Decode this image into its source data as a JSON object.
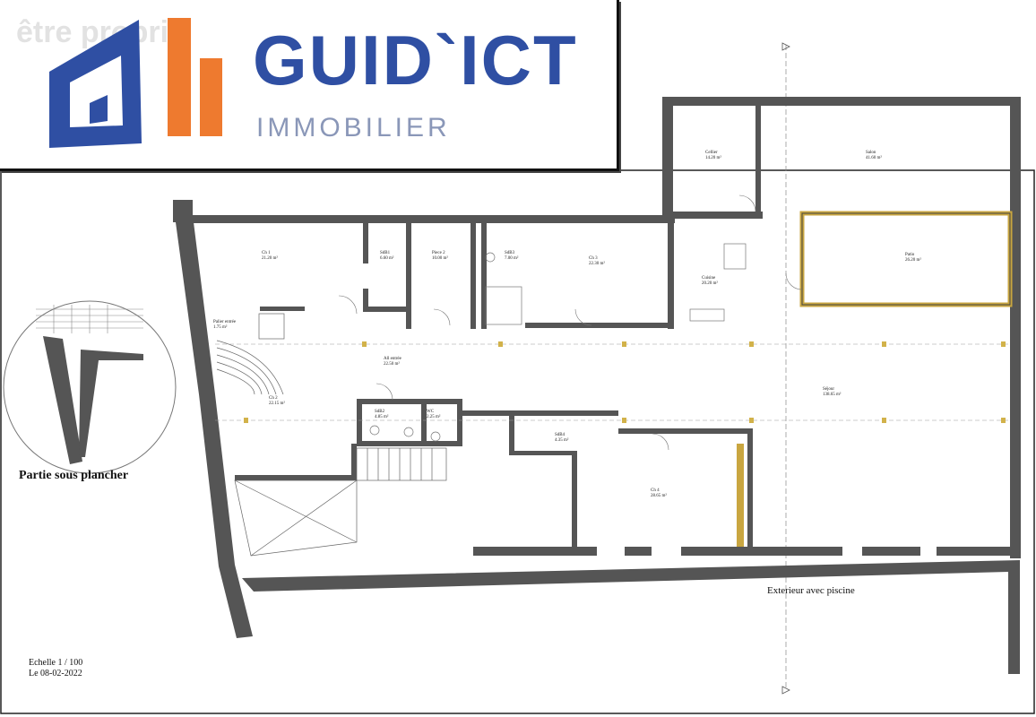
{
  "brand": {
    "watermark": "être propriо",
    "name": "GUID`ICT",
    "subtitle": "IMMOBILIER",
    "primary_color": "#2f4fa3",
    "accent_color": "#ee7a2f"
  },
  "plan": {
    "detail_caption": "Partie sous plancher",
    "exterior_label": "Exterieur avec piscine",
    "scale": "Echelle 1 / 100",
    "date": "Le 08-02-2022"
  },
  "rooms": [
    {
      "name": "Ch 1",
      "area": "21.20 m²"
    },
    {
      "name": "SdB1",
      "area": "6.60 m²"
    },
    {
      "name": "Piece 2",
      "area": "10.00 m²"
    },
    {
      "name": "SdB3",
      "area": "7.00 m²"
    },
    {
      "name": "Ch 3",
      "area": "22.30 m²"
    },
    {
      "name": "Cellier",
      "area": "14.20 m²"
    },
    {
      "name": "Salon",
      "area": "41.60 m²"
    },
    {
      "name": "Cuisine",
      "area": "20.20 m²"
    },
    {
      "name": "Patio",
      "area": "26.20 m²"
    },
    {
      "name": "Palier entrée",
      "area": "1.75 m²"
    },
    {
      "name": "All entrée",
      "area": "22.50 m²"
    },
    {
      "name": "Ch 2",
      "area": "22.15 m²"
    },
    {
      "name": "SdB2",
      "area": "4.85 m²"
    },
    {
      "name": "WC",
      "area": "2.25 m²"
    },
    {
      "name": "SdB4",
      "area": "4.35 m²"
    },
    {
      "name": "Ch 4",
      "area": "28.65 m²"
    },
    {
      "name": "Séjour",
      "area": "138.65 m²"
    }
  ]
}
